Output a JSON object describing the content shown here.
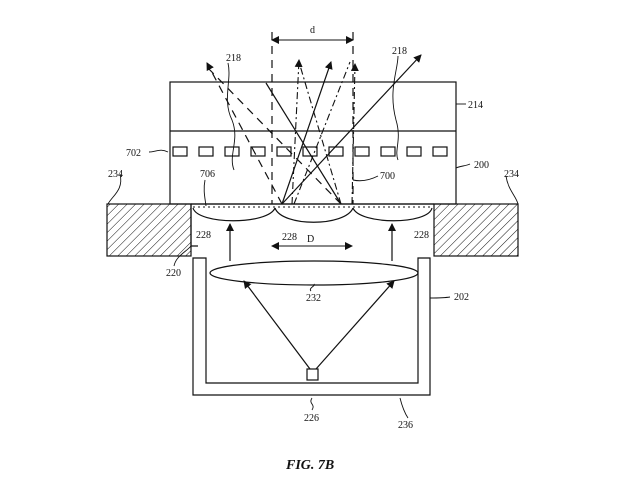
{
  "figure": {
    "caption": "FIG. 7B",
    "labels": {
      "d": "d",
      "D": "D",
      "l218a": "218",
      "l218b": "218",
      "l214": "214",
      "l702": "702",
      "l200": "200",
      "l234a": "234",
      "l234b": "234",
      "l706": "706",
      "l700": "700",
      "l228a": "228",
      "l228b": "228",
      "l228c": "228",
      "l220": "220",
      "l232": "232",
      "l202": "202",
      "l226": "226",
      "l236": "236"
    }
  }
}
